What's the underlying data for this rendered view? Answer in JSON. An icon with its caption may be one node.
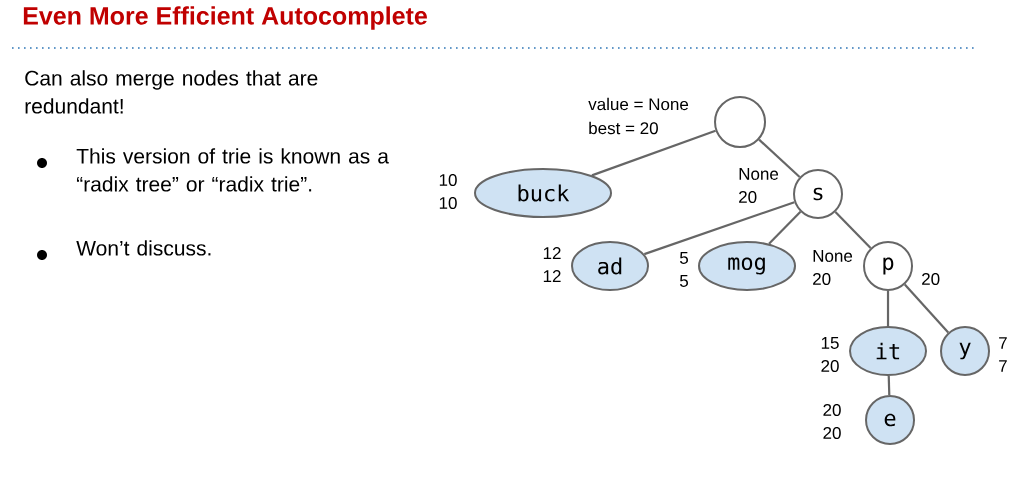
{
  "diagram": {
    "title": "Even More Efficient Autocomplete",
    "nodes": [
      {
        "text": [],
        "shape": "circle",
        "beside": [
          "value = None",
          "best = 20"
        ]
      },
      {
        "text": [
          "buck"
        ],
        "beside": [
          "10",
          "10"
        ]
      },
      {
        "text": [
          "s"
        ],
        "beside": [
          "None",
          "20"
        ]
      },
      {
        "text": [
          "ad"
        ],
        "beside": [
          "12",
          "12"
        ]
      },
      {
        "text": [
          "mog"
        ],
        "beside": [
          "5",
          "5"
        ]
      },
      {
        "text": [
          "p"
        ],
        "beside": [
          "None",
          "20",
          "20"
        ]
      },
      {
        "text": [
          "it"
        ],
        "beside": [
          "15",
          "20"
        ]
      },
      {
        "text": [
          "y"
        ],
        "beside": [
          "7",
          "7"
        ]
      },
      {
        "text": [
          "e"
        ],
        "beside": [
          "20",
          "20"
        ]
      }
    ],
    "edges": [
      {
        "from": 0,
        "to": 1,
        "arrow": "none"
      },
      {
        "from": 0,
        "to": 2,
        "arrow": "none"
      },
      {
        "from": 2,
        "to": 3,
        "arrow": "none"
      },
      {
        "from": 2,
        "to": 4,
        "arrow": "none"
      },
      {
        "from": 2,
        "to": 5,
        "arrow": "none"
      },
      {
        "from": 5,
        "to": 6,
        "arrow": "none"
      },
      {
        "from": 5,
        "to": 7,
        "arrow": "none"
      },
      {
        "from": 6,
        "to": 8,
        "arrow": "none"
      }
    ],
    "labels": [
      "Can also merge nodes that are redundant!",
      "This version of trie is known as a “radix tree” or “radix trie”.",
      "Won’t discuss."
    ]
  }
}
